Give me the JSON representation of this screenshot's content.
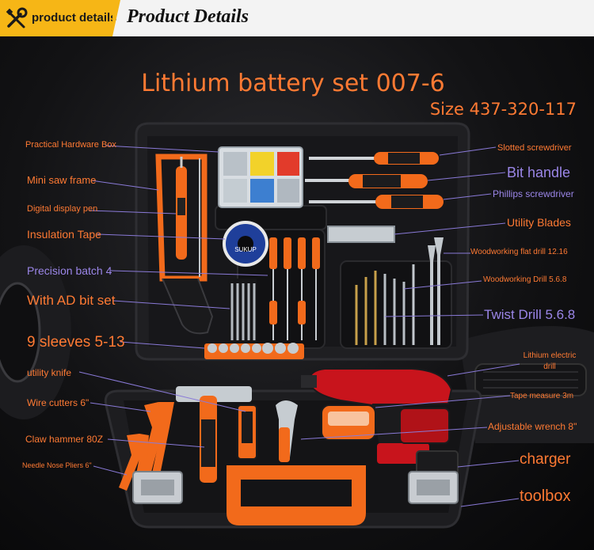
{
  "header": {
    "badge_text": "product details",
    "title": "Product Details"
  },
  "product": {
    "title": "Lithium battery set 007-6",
    "size": "Size 437-320-117"
  },
  "labels_left": [
    "Practical Hardware Box",
    "Mini saw frame",
    "Digital display pen",
    "Insulation Tape",
    "Precision batch 4",
    "With AD bit set",
    "9 sleeves 5-13",
    "utility knife",
    "Wire cutters 6\"",
    "Claw hammer 80Z",
    "Needle Nose Pliers 6\""
  ],
  "labels_right": [
    "Slotted screwdriver",
    "Bit handle",
    "Phillips screwdriver",
    "Utility Blades",
    "Woodworking flat drill 12.16",
    "Woodworking Drill 5.6.8",
    "Twist Drill 5.6.8",
    "Lithium electric drill",
    "Tape measure 3m",
    "Adjustable wrench 8\"",
    "charger",
    "toolbox"
  ],
  "tape_brand": "SUKUP",
  "colors": {
    "accent": "#ff7a33",
    "label_purple": "#9b86e8",
    "badge_yellow": "#f6b616",
    "tool_orange": "#f26a1b",
    "drill_red": "#c8141c"
  }
}
